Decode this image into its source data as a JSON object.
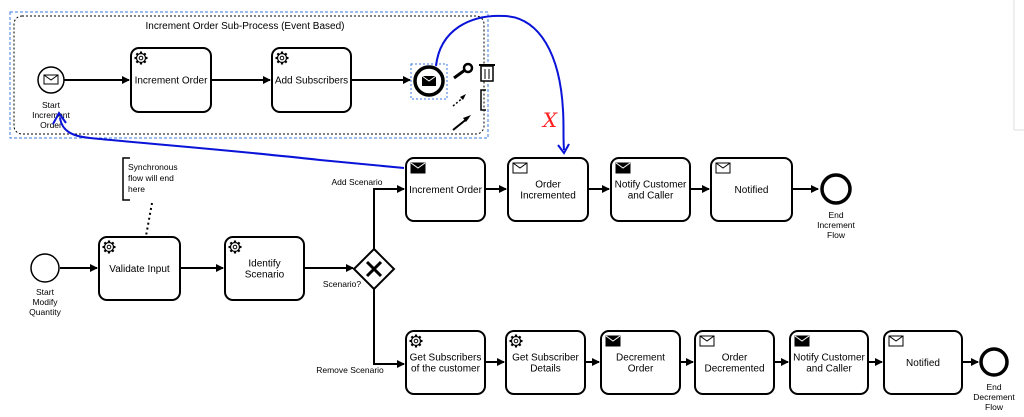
{
  "subprocess": {
    "title": "Increment Order Sub-Process (Event Based)"
  },
  "events": {
    "start_increment": [
      "Start",
      "Increment",
      "Order"
    ],
    "start_modify": [
      "Start",
      "Modify",
      "Quantity"
    ],
    "end_increment": [
      "End",
      "Increment",
      "Flow"
    ],
    "end_decrement": [
      "End",
      "Decrement",
      "Flow"
    ]
  },
  "tasks": {
    "sub_increment_order": [
      "Increment Order"
    ],
    "sub_add_subscribers": [
      "Add Subscribers"
    ],
    "validate_input": [
      "Validate Input"
    ],
    "identify_scenario": [
      "Identify",
      "Scenario"
    ],
    "increment_order": [
      "Increment Order"
    ],
    "order_incremented": [
      "Order",
      "Incremented"
    ],
    "notify_caller_inc": [
      "Notify Customer",
      "and Caller"
    ],
    "notified_inc": [
      "Notified"
    ],
    "get_subscribers": [
      "Get Subscribers",
      "of the customer"
    ],
    "get_subscriber_details": [
      "Get Subscriber",
      "Details"
    ],
    "decrement_order": [
      "Decrement",
      "Order"
    ],
    "order_decremented": [
      "Order",
      "Decremented"
    ],
    "notify_caller_dec": [
      "Notify Customer",
      "and Caller"
    ],
    "notified_dec": [
      "Notified"
    ]
  },
  "annotation": [
    "Synchronous",
    "flow will end",
    "here"
  ],
  "gateway": {
    "label": "Scenario?"
  },
  "flow_labels": {
    "add": "Add Scenario",
    "remove": "Remove Scenario"
  },
  "markup": {
    "cross": "X"
  },
  "colors": {
    "highlight": "#fff200",
    "ink": "#0a14d8",
    "cross": "#ff2020",
    "selection": "#3b7be0"
  },
  "icons": [
    "gear-icon",
    "envelope-icon",
    "envelope-filled-icon",
    "wrench-icon",
    "trash-icon"
  ]
}
